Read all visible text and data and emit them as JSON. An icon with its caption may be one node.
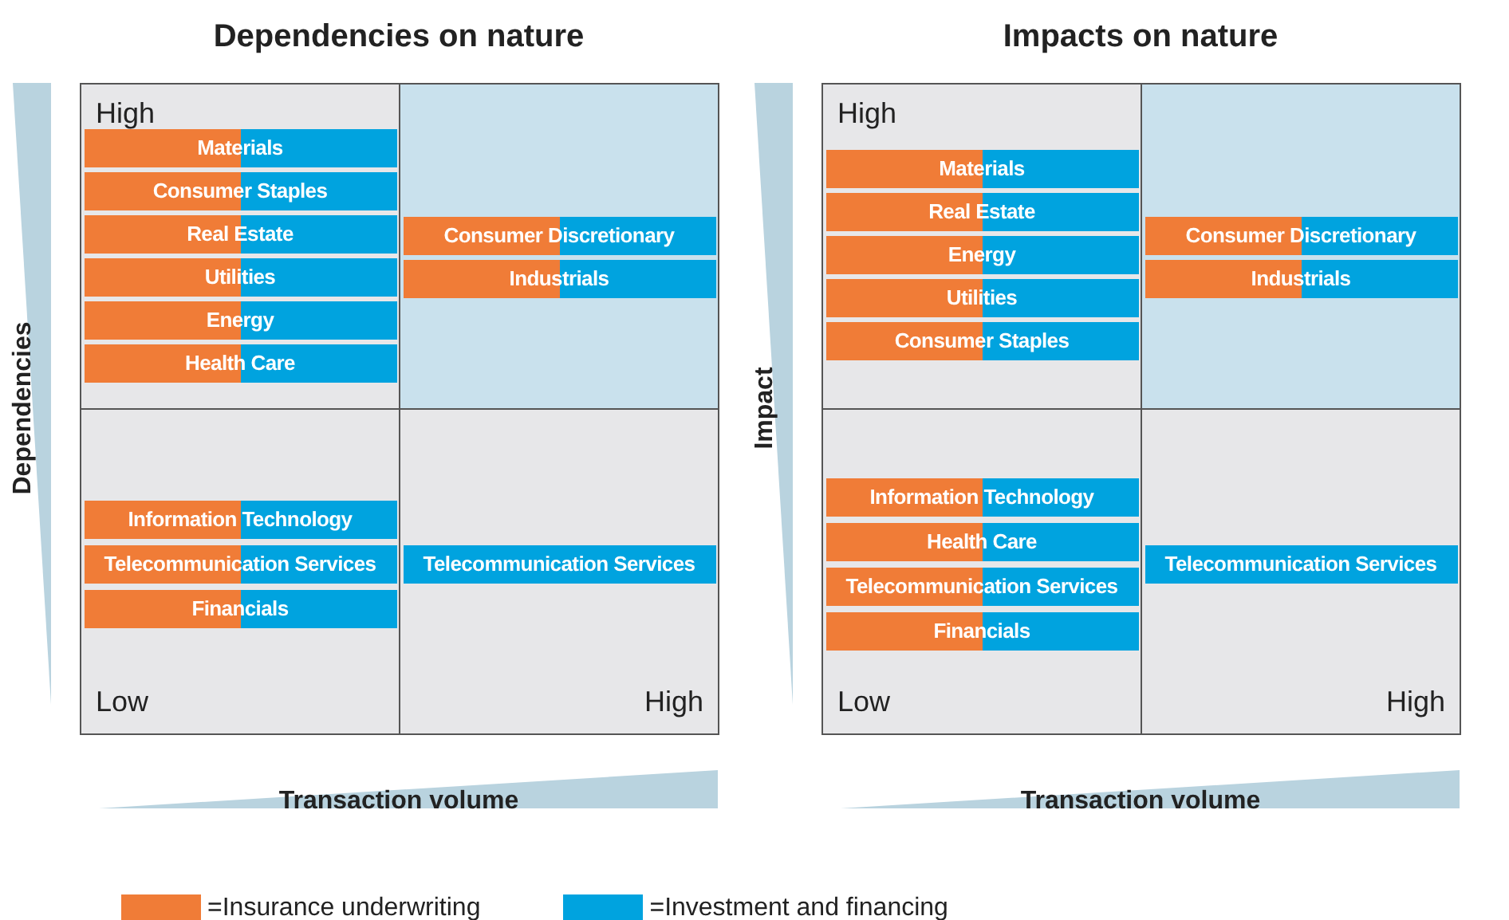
{
  "diagram": {
    "nodes": [
      {
        "text": [
          "High"
        ]
      },
      {
        "text": [
          "Materials"
        ],
        "in": 0
      },
      {
        "text": [
          "Consumer Staples"
        ],
        "in": 0
      },
      {
        "text": [
          "Real Estate"
        ],
        "in": 0
      },
      {
        "text": [
          "Utilities"
        ],
        "in": 0
      },
      {
        "text": [
          "Energy"
        ],
        "in": 0
      },
      {
        "text": [
          "Health Care"
        ],
        "in": 0
      },
      {
        "text": [],
        "shape": "box"
      },
      {
        "text": [
          "Consumer Discretionary"
        ],
        "in": 7
      },
      {
        "text": [
          "Industrials"
        ],
        "in": 7
      },
      {
        "text": [
          "Low"
        ]
      },
      {
        "text": [
          "Information Technology"
        ],
        "in": 10
      },
      {
        "text": [
          "Telecommunication Services"
        ],
        "in": 10
      },
      {
        "text": [
          "Financials"
        ],
        "in": 10
      },
      {
        "text": [
          "High"
        ]
      },
      {
        "text": [
          "Telecommunication Services"
        ],
        "in": 14
      },
      {
        "text": [
          "High"
        ]
      },
      {
        "text": [
          "Materials"
        ],
        "in": 16
      },
      {
        "text": [
          "Real Estate"
        ],
        "in": 16
      },
      {
        "text": [
          "Energy"
        ],
        "in": 16
      },
      {
        "text": [
          "Utilities"
        ],
        "in": 16
      },
      {
        "text": [
          "Consumer Staples"
        ],
        "in": 16
      },
      {
        "text": [],
        "shape": "box"
      },
      {
        "text": [
          "Consumer Discretionary"
        ],
        "in": 22
      },
      {
        "text": [
          "Industrials"
        ],
        "in": 22
      },
      {
        "text": [
          "Low"
        ]
      },
      {
        "text": [
          "Information Technology"
        ],
        "in": 25
      },
      {
        "text": [
          "Health Care"
        ],
        "in": 25
      },
      {
        "text": [
          "Telecommunication Services"
        ],
        "in": 25
      },
      {
        "text": [
          "Financials"
        ],
        "in": 25
      },
      {
        "text": [
          "High"
        ]
      },
      {
        "text": [
          "Telecommunication Services"
        ],
        "in": 30
      }
    ],
    "labels": [
      "Dependencies on nature",
      "Impacts on nature",
      "Dependencies",
      "Transaction volume",
      "Impact",
      "Transaction volume"
    ],
    "legend": [
      {
        "text": "=Insurance underwriting",
        "color": "#f07c37"
      },
      {
        "text": "=Investment and financing",
        "color": "#00a3df"
      }
    ]
  }
}
